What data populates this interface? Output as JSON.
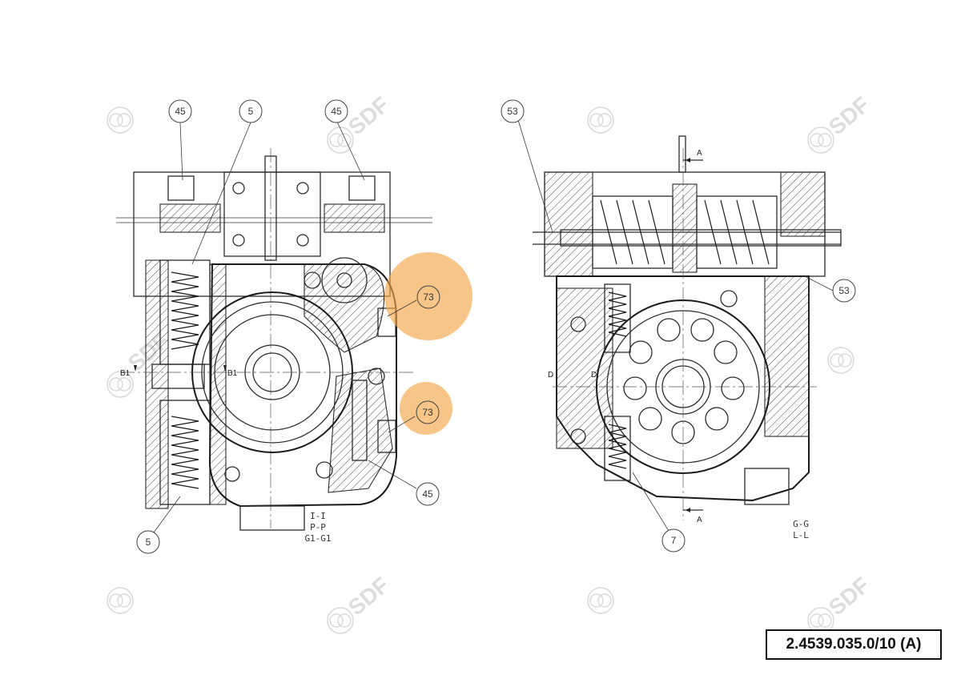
{
  "document_number": "2.4539.035.0/10 (A)",
  "watermark": {
    "text": "SDF",
    "color": "#dddddd"
  },
  "highlight_color": "#f5a64a",
  "left_view": {
    "callouts": [
      {
        "id": "45-top-left",
        "label": "45"
      },
      {
        "id": "5-top",
        "label": "5"
      },
      {
        "id": "45-top-right",
        "label": "45"
      },
      {
        "id": "73-upper",
        "label": "73",
        "highlighted": true
      },
      {
        "id": "73-lower",
        "label": "73",
        "highlighted": true
      },
      {
        "id": "45-bottom",
        "label": "45"
      },
      {
        "id": "5-bottom",
        "label": "5"
      }
    ],
    "section_marks": {
      "left": "B1",
      "right": "B1"
    },
    "section_labels": [
      "I-I",
      "P-P",
      "G1-G1"
    ]
  },
  "right_view": {
    "callouts": [
      {
        "id": "53-top",
        "label": "53"
      },
      {
        "id": "53-right",
        "label": "53"
      },
      {
        "id": "7-bottom",
        "label": "7"
      }
    ],
    "section_marks": {
      "top": "A",
      "bottom": "A",
      "left": "D",
      "left2": "D"
    },
    "section_labels": [
      "G-G",
      "L-L"
    ]
  }
}
